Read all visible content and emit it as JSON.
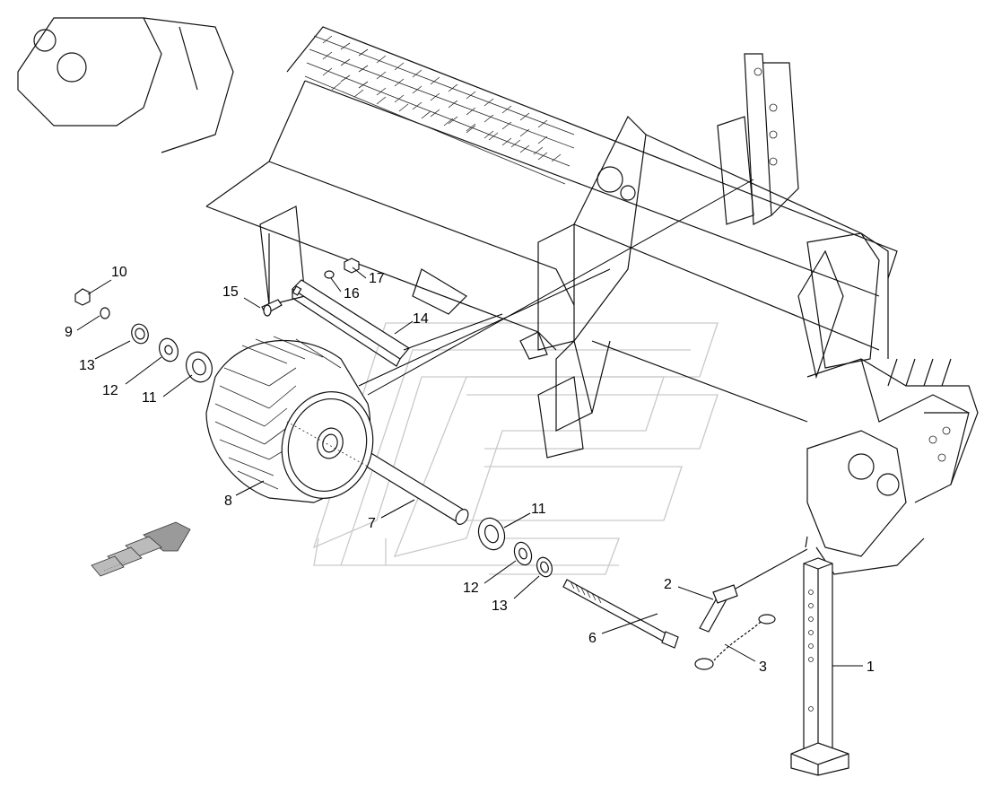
{
  "callouts": [
    {
      "id": "c1",
      "label": "1"
    },
    {
      "id": "c2",
      "label": "2"
    },
    {
      "id": "c3",
      "label": "3"
    },
    {
      "id": "c6",
      "label": "6"
    },
    {
      "id": "c7",
      "label": "7"
    },
    {
      "id": "c8",
      "label": "8"
    },
    {
      "id": "c9",
      "label": "9"
    },
    {
      "id": "c10",
      "label": "10"
    },
    {
      "id": "c11a",
      "label": "11"
    },
    {
      "id": "c11b",
      "label": "11"
    },
    {
      "id": "c12a",
      "label": "12"
    },
    {
      "id": "c12b",
      "label": "12"
    },
    {
      "id": "c13a",
      "label": "13"
    },
    {
      "id": "c13b",
      "label": "13"
    },
    {
      "id": "c14",
      "label": "14"
    },
    {
      "id": "c15",
      "label": "15"
    },
    {
      "id": "c16",
      "label": "16"
    },
    {
      "id": "c17",
      "label": "17"
    }
  ],
  "icons": {
    "direction_arrow": "direction-arrow-icon",
    "watermark": "logo-watermark"
  }
}
